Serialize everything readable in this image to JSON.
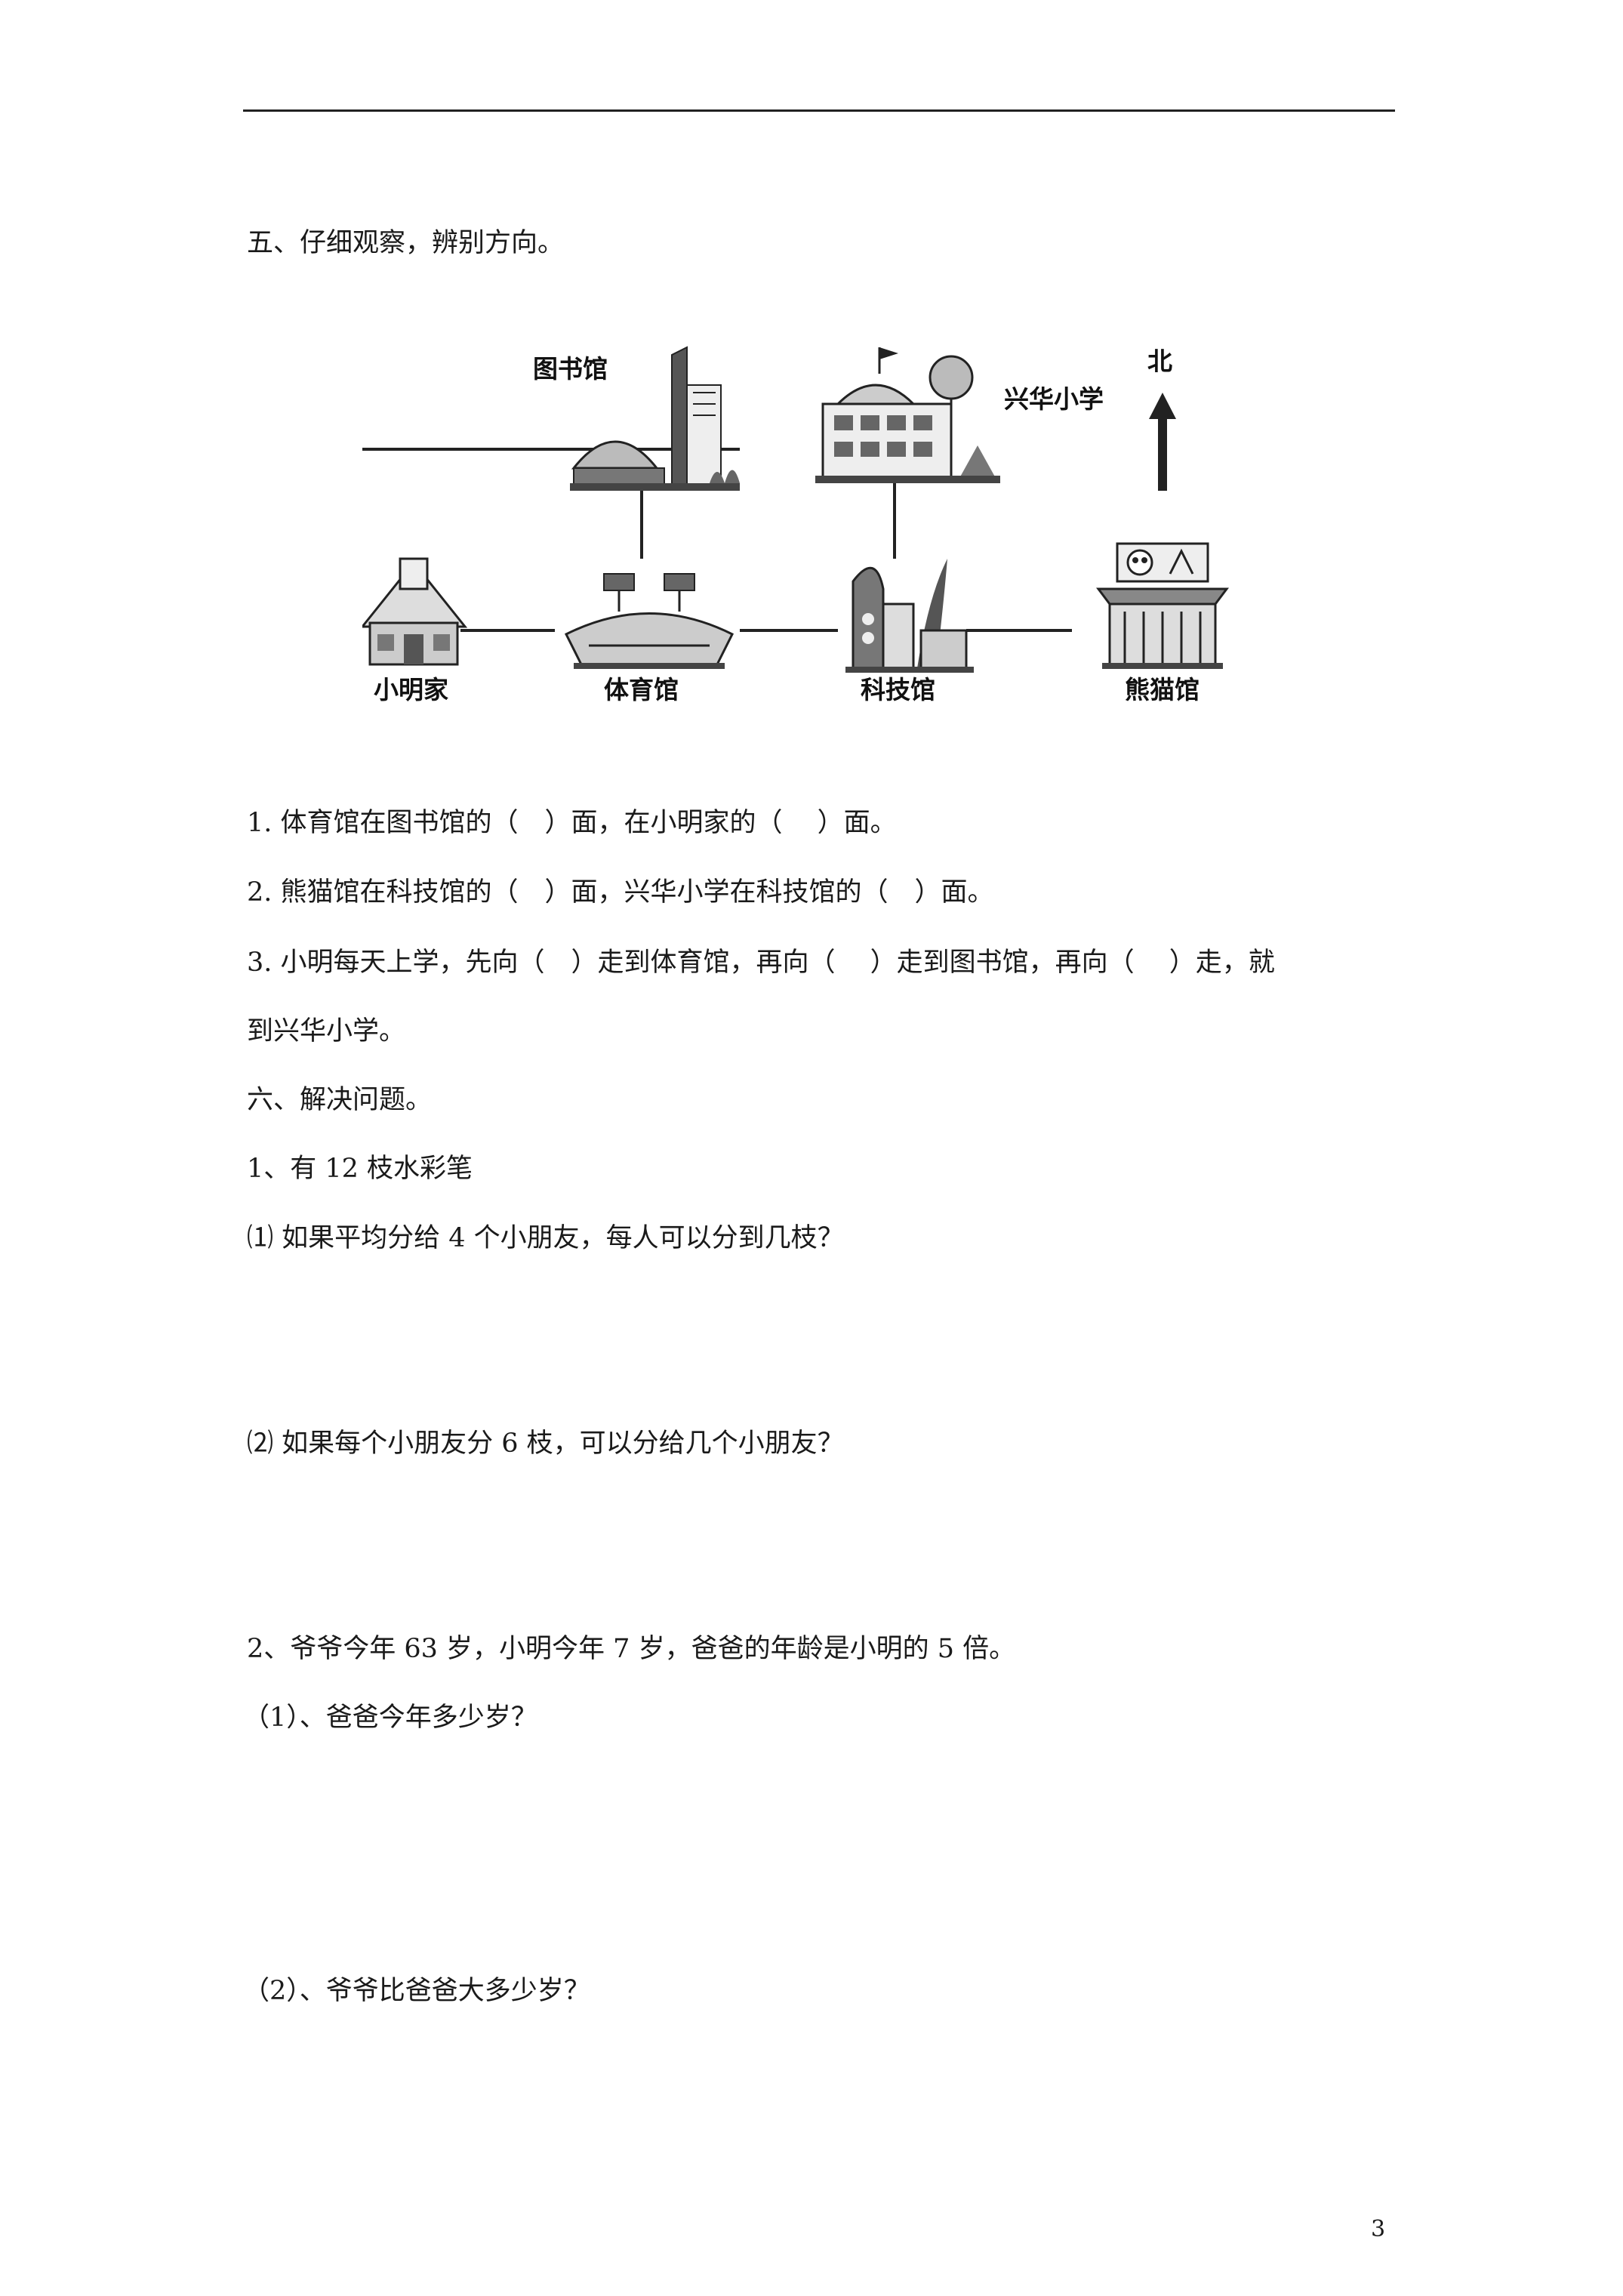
{
  "section5": {
    "heading": "五、仔细观察，辨别方向。",
    "map": {
      "labels": {
        "library": "图书馆",
        "school": "兴华小学",
        "north": "北",
        "home": "小明家",
        "gym": "体育馆",
        "science": "科技馆",
        "panda": "熊猫馆"
      }
    },
    "questions": [
      "1.  体育馆在图书馆的（　）面，在小明家的（　 ）面。",
      "2.  熊猫馆在科技馆的（　）面，兴华小学在科技馆的（　）面。",
      "3.  小明每天上学，先向（　）走到体育馆，再向（　 ）走到图书馆，再向（　 ）走，就",
      "到兴华小学。"
    ]
  },
  "section6": {
    "heading": "六、解决问题。",
    "problem1": {
      "stem": "1、有 12 枝水彩笔",
      "q1": "⑴  如果平均分给 4 个小朋友，每人可以分到几枝？",
      "q2": "⑵  如果每个小朋友分 6 枝，可以分给几个小朋友？"
    },
    "problem2": {
      "stem": "2、爷爷今年 63 岁，小明今年 7 岁，爸爸的年龄是小明的 5 倍。",
      "q1": "（1）、爸爸今年多少岁？",
      "q2": "（2）、爷爷比爸爸大多少岁？"
    }
  },
  "page_number": "3"
}
